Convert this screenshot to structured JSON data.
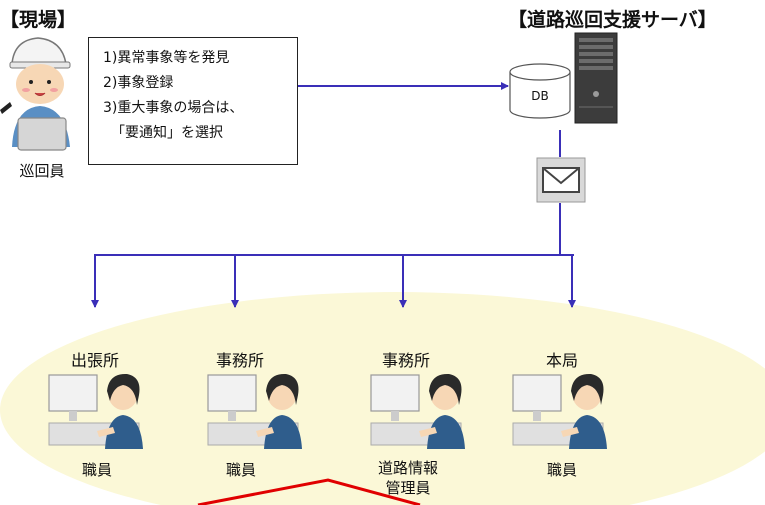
{
  "header": {
    "site_label": "【現場】",
    "server_label": "【道路巡回支援サーバ】"
  },
  "patroller": {
    "label": "巡回員"
  },
  "steps": {
    "line1": "1)異常事象等を発見",
    "line2": "2)事象登録",
    "line3": "3)重大事象の場合は、",
    "line4": "「要通知」を選択"
  },
  "server": {
    "db_label": "DB"
  },
  "offices": [
    {
      "name": "出張所",
      "staff": "職員"
    },
    {
      "name": "事務所",
      "staff": "職員"
    },
    {
      "name": "事務所",
      "staff": "道路情報\n管理員"
    },
    {
      "name": "本局",
      "staff": "職員"
    }
  ],
  "colors": {
    "line": "#3a2fb8",
    "ellipse": "#fbf8d7",
    "red_line": "#e00000"
  }
}
